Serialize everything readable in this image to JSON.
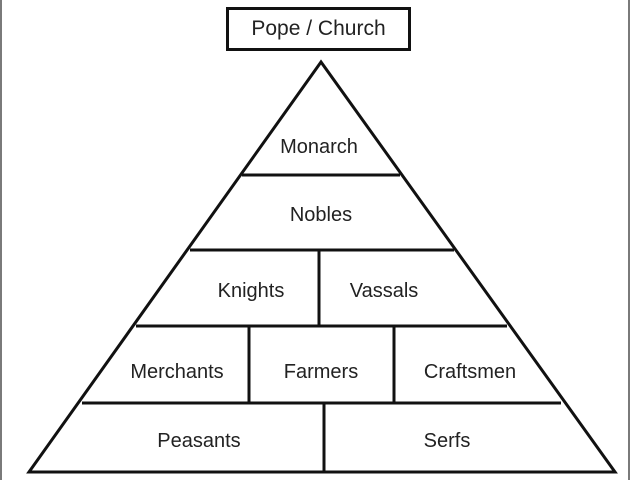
{
  "top_box": {
    "label": "Pope / Church"
  },
  "levels": [
    {
      "cells": [
        {
          "label": "Monarch"
        }
      ]
    },
    {
      "cells": [
        {
          "label": "Nobles"
        }
      ]
    },
    {
      "cells": [
        {
          "label": "Knights"
        },
        {
          "label": "Vassals"
        }
      ]
    },
    {
      "cells": [
        {
          "label": "Merchants"
        },
        {
          "label": "Farmers"
        },
        {
          "label": "Craftsmen"
        }
      ]
    },
    {
      "cells": [
        {
          "label": "Peasants"
        },
        {
          "label": "Serfs"
        }
      ]
    }
  ],
  "colors": {
    "stroke": "#111111",
    "text": "#222222",
    "background": "#ffffff"
  }
}
